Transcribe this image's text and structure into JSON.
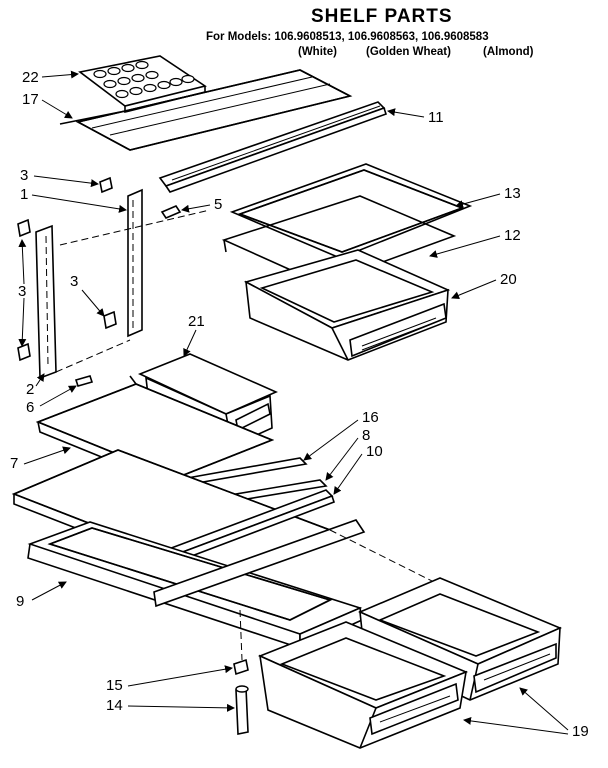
{
  "header": {
    "title": "SHELF PARTS",
    "models_line": "For Models: 106.9608513, 106.9608563, 106.9608583",
    "variants": [
      "(White)",
      "(Golden Wheat)",
      "(Almond)"
    ]
  },
  "callouts": {
    "c22": "22",
    "c17": "17",
    "c11": "11",
    "c3a": "3",
    "c1": "1",
    "c5": "5",
    "c13": "13",
    "c12": "12",
    "c3b": "3",
    "c3c": "3",
    "c20": "20",
    "c21": "21",
    "c2": "2",
    "c6": "6",
    "c16": "16",
    "c8": "8",
    "c10": "10",
    "c7": "7",
    "c9": "9",
    "c15": "15",
    "c14": "14",
    "c19": "19"
  }
}
